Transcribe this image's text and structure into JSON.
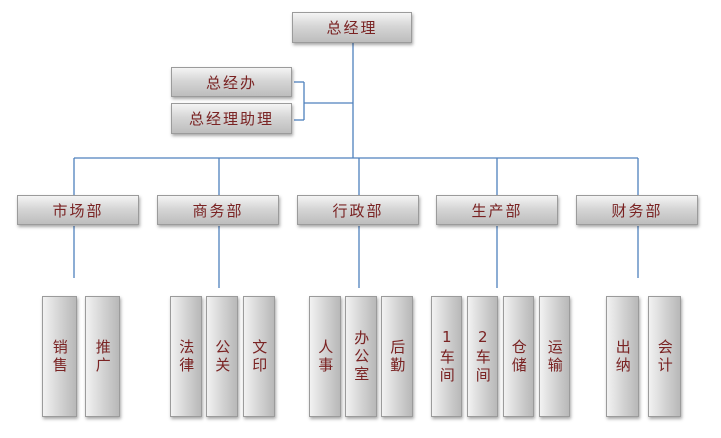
{
  "top": {
    "label": "总经理"
  },
  "assistants": [
    {
      "label": "总经办"
    },
    {
      "label": "总经理助理"
    }
  ],
  "departments": [
    {
      "label": "市场部",
      "sub": [
        "销售",
        "推广"
      ]
    },
    {
      "label": "商务部",
      "sub": [
        "法律",
        "公关",
        "文印"
      ]
    },
    {
      "label": "行政部",
      "sub": [
        "人事",
        "办公室",
        "后勤"
      ]
    },
    {
      "label": "生产部",
      "sub": [
        "1车间",
        "2车间",
        "仓储",
        "运输"
      ]
    },
    {
      "label": "财务部",
      "sub": [
        "出纳",
        "会计"
      ]
    }
  ],
  "colors": {
    "line": "#4f81bd",
    "text": "#7a2323"
  }
}
